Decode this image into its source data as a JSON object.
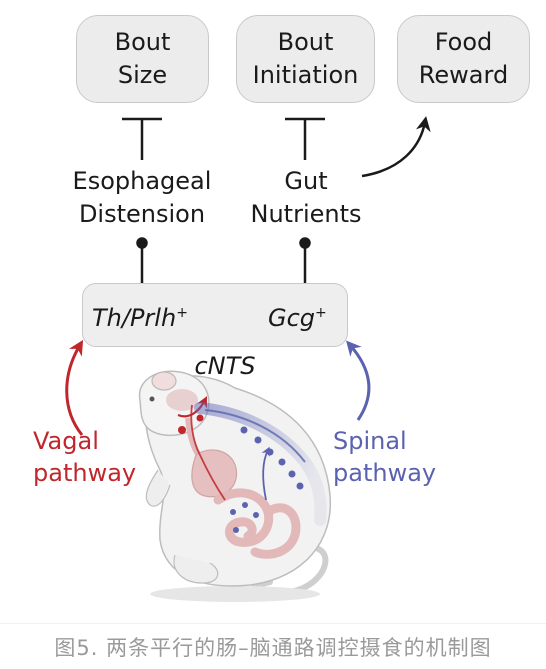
{
  "boxes": {
    "bout_size": [
      "Bout",
      "Size"
    ],
    "bout_initiation": [
      "Bout",
      "Initiation"
    ],
    "food_reward": [
      "Food",
      "Reward"
    ]
  },
  "signals": {
    "esophageal": [
      "Esophageal",
      "Distension"
    ],
    "gut": [
      "Gut",
      "Nutrients"
    ]
  },
  "neurons": {
    "left_gene": "Th/Prlh",
    "left_sup": "+",
    "right_gene": "Gcg",
    "right_sup": "+"
  },
  "region_label": "cNTS",
  "pathways": {
    "vagal": [
      "Vagal",
      "pathway"
    ],
    "spinal": [
      "Spinal",
      "pathway"
    ]
  },
  "colors": {
    "vagal": "#c0272d",
    "spinal": "#5b63b0",
    "text": "#1a1a1a",
    "box_fill": "#ececec",
    "caption": "#9a9a9a"
  },
  "caption": "图5. 两条平行的肠–脑通路调控摄食的机制图"
}
